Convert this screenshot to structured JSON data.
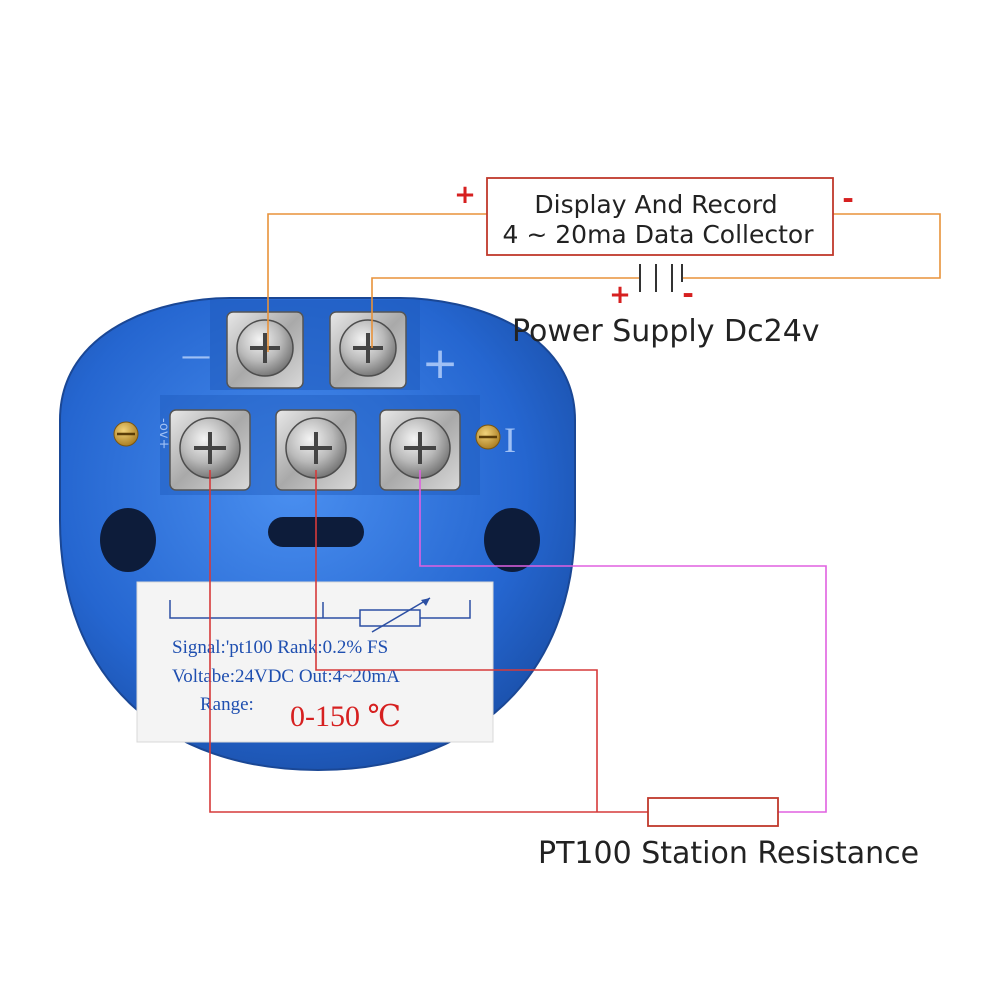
{
  "collector": {
    "line1": "Display And Record",
    "line2": "4 ~ 20ma Data Collector",
    "plus_sign": "+",
    "minus_sign": "-"
  },
  "power_supply": {
    "label": "Power Supply Dc24v",
    "plus_sign": "+",
    "minus_sign": "-"
  },
  "resistor": {
    "label": "PT100 Station Resistance"
  },
  "module": {
    "top_minus": "—",
    "top_plus": "+",
    "side_marks": "-ov+",
    "side_i": "I",
    "label": {
      "line1": "Signal:'pt100 Rank:0.2% FS",
      "line2": "Voltabe:24VDC Out:4~20mA",
      "range_label": "Range:",
      "range_value": "0-150 ℃"
    }
  },
  "colors": {
    "wire_orange": "#e8923a",
    "wire_red": "#d63a3a",
    "wire_magenta": "#e060e0",
    "box_border": "#c0392b",
    "module_blue": "#2d6fd6",
    "label_text_blue": "#1f4fb0",
    "range_red": "#d62020"
  }
}
